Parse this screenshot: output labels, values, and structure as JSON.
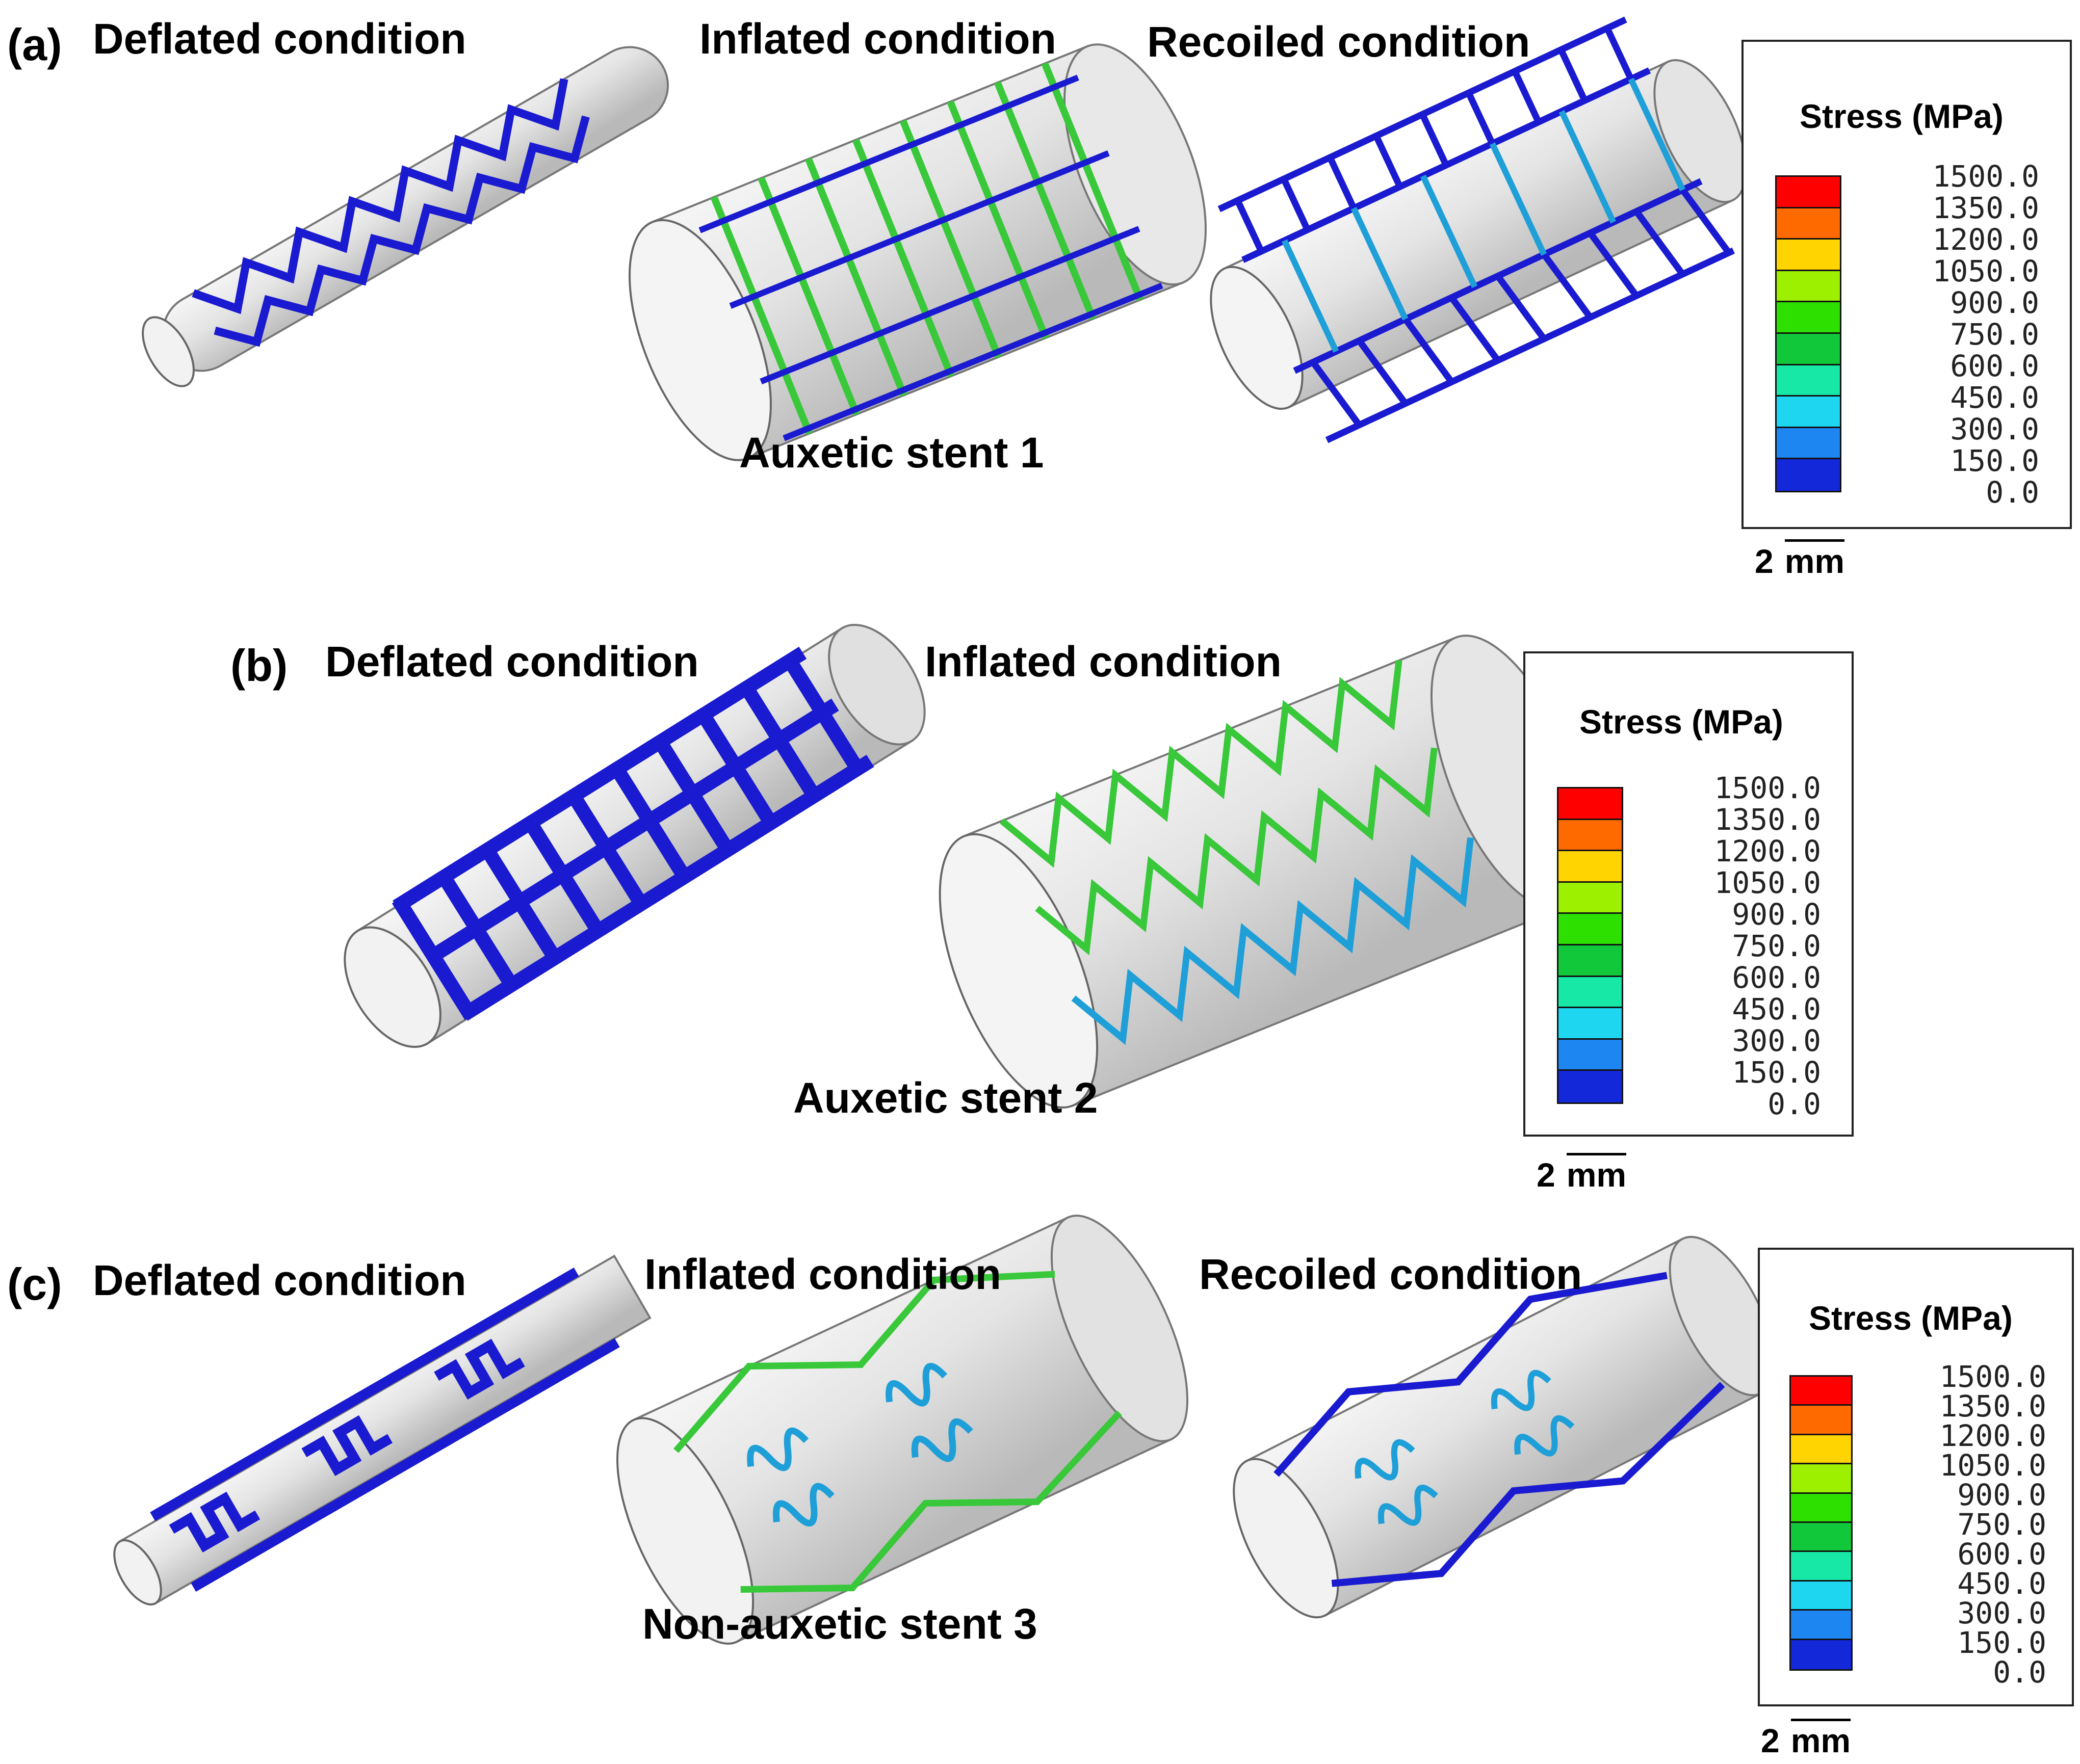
{
  "panels": [
    {
      "letter": "(a)",
      "conditions": [
        "Deflated condition",
        "Inflated condition",
        "Recoiled condition"
      ],
      "caption": "Auxetic stent 1",
      "legend": {
        "title": "Stress (MPa)",
        "scale_num": "2",
        "scale_unit": "mm"
      }
    },
    {
      "letter": "(b)",
      "conditions": [
        "Deflated condition",
        "Inflated condition"
      ],
      "caption": "Auxetic stent 2",
      "legend": {
        "title": "Stress (MPa)",
        "scale_num": "2",
        "scale_unit": "mm"
      }
    },
    {
      "letter": "(c)",
      "conditions": [
        "Deflated condition",
        "Inflated condition",
        "Recoiled condition"
      ],
      "caption": "Non-auxetic stent 3",
      "legend": {
        "title": "Stress (MPa)",
        "scale_num": "2",
        "scale_unit": "mm"
      }
    }
  ],
  "legend_ticks": [
    "1500.0",
    "1350.0",
    "1200.0",
    "1050.0",
    "900.0",
    "750.0",
    "600.0",
    "450.0",
    "300.0",
    "150.0",
    "0.0"
  ],
  "legend_colors": [
    "#ff0000",
    "#ff6a00",
    "#ffd400",
    "#9cf000",
    "#2de000",
    "#11c83a",
    "#17e8a6",
    "#1ed6f0",
    "#1e86f0",
    "#1328d8"
  ],
  "colors": {
    "stent_low": "#1a1ad0",
    "stent_mid": "#1f9fd8",
    "stent_high": "#38c83a",
    "tube": "#dcdcdc"
  }
}
